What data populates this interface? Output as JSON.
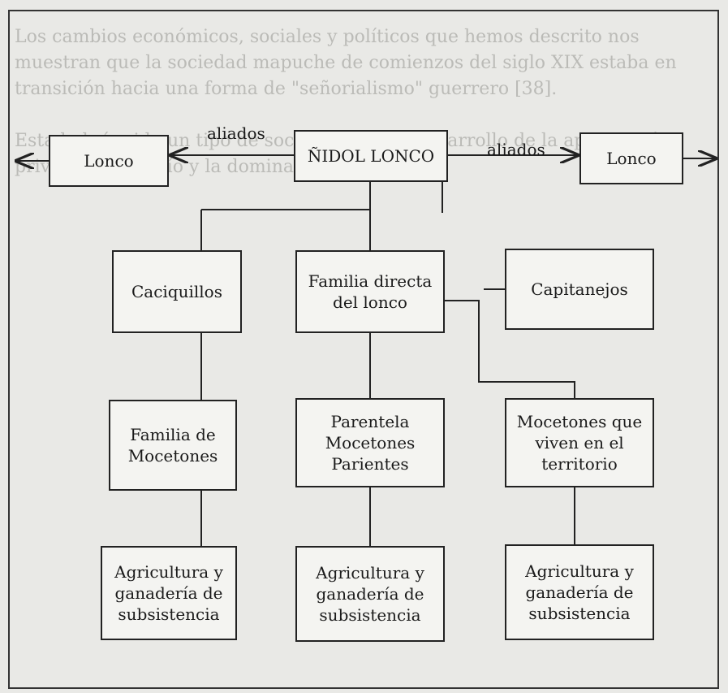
{
  "background": {
    "text": "Los cambios económicos, sociales y políticos que hemos descrito nos muestran que la sociedad mapuche de comienzos del siglo XIX estaba en transición hacia una forma de \"señorialismo\" guerrero [38].\n\nEsta habría sido un tipo de sociedad con un desarrollo de la apropiación privada, el señorío y la dominación..."
  },
  "nodes": {
    "lonco_left": "Lonco",
    "nidol_lonco": "ÑIDOL LONCO",
    "lonco_right": "Lonco",
    "caciquillos": "Caciquillos",
    "familia_directa": "Familia directa del lonco",
    "capitanejos": "Capitanejos",
    "familia_mocetones": "Familia de Mocetones",
    "parentela": "Parentela Mocetones Parientes",
    "mocetones_territorio": "Mocetones que viven en el territorio",
    "agricultura_1": "Agricultura y ganadería de subsistencia",
    "agricultura_2": "Agricultura y ganadería de subsistencia",
    "agricultura_3": "Agricultura y ganadería de subsistencia"
  },
  "edges": {
    "aliados_left": "aliados",
    "aliados_right": "aliados"
  }
}
